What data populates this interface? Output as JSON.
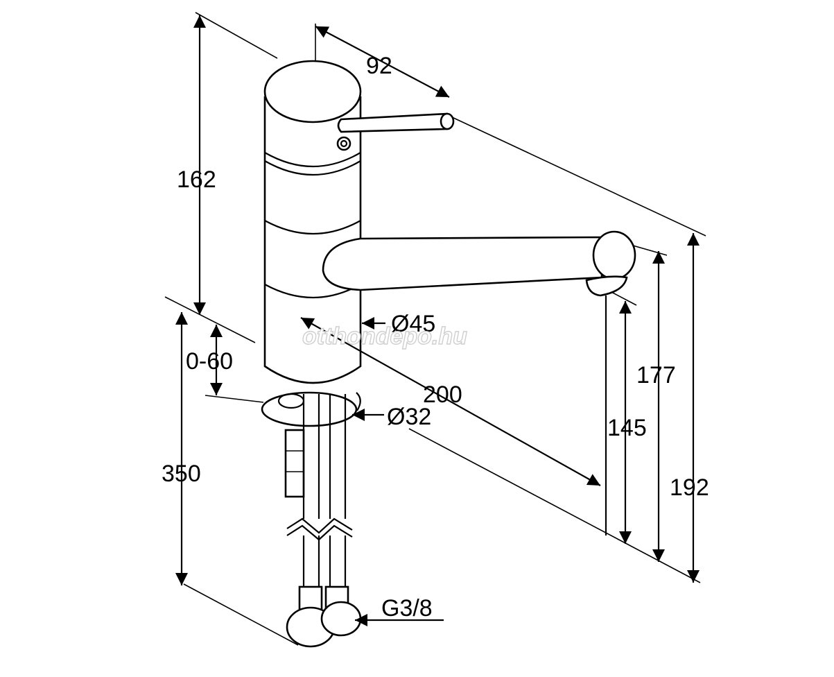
{
  "dimensions": {
    "d92": "92",
    "d162": "162",
    "d0_60": "0-60",
    "d350": "350",
    "d45": "Ø45",
    "d200": "200",
    "d32": "Ø32",
    "d177": "177",
    "d145": "145",
    "d192": "192",
    "g38": "G3/8"
  },
  "watermark": "otthondepo.hu"
}
